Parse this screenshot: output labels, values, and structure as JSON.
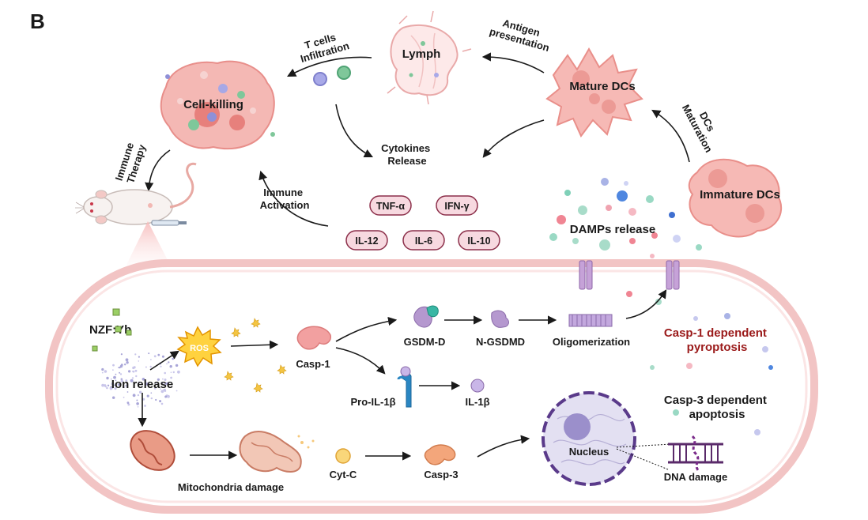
{
  "panel_label": "B",
  "cycle": {
    "cell_killing": "Cell-killing",
    "lymph": "Lymph",
    "mature_dcs": "Mature DCs",
    "immature_dcs": "Immature DCs",
    "t_cells_line1": "T cells",
    "t_cells_line2": "Infiltration",
    "antigen_line1": "Antigen",
    "antigen_line2": "presentation",
    "dcs_maturation_line1": "DCs",
    "dcs_maturation_line2": "Maturation",
    "immune_therapy_line1": "Immune",
    "immune_therapy_line2": "Therapy",
    "cytokines_line1": "Cytokines",
    "cytokines_line2": "Release",
    "immune_activation_line1": "Immune",
    "immune_activation_line2": "Activation",
    "damps": "DAMPs release"
  },
  "cytokines": [
    "TNF-α",
    "IFN-γ",
    "IL-12",
    "IL-6",
    "IL-10"
  ],
  "cell": {
    "nzf": "NZF:Yb",
    "ros": "ROS",
    "ion_release": "Ion release",
    "casp1": "Casp-1",
    "gsdmd": "GSDM-D",
    "ngsdmd": "N-GSDMD",
    "oligomerization": "Oligomerization",
    "casp1_dep_line1": "Casp-1 dependent",
    "casp1_dep_line2": "pyroptosis",
    "pro_il1b": "Pro-IL-1β",
    "il1b": "IL-1β",
    "casp3_dep_line1": "Casp-3 dependent",
    "casp3_dep_line2": "apoptosis",
    "nucleus": "Nucleus",
    "dna_damage": "DNA damage",
    "mito_damage": "Mitochondria damage",
    "cytc": "Cyt-C",
    "casp3": "Casp-3"
  },
  "colors": {
    "membrane": "#f2c4c4",
    "accent_red": "#9b1b1b",
    "cytokine_fill": "#f7d9e0",
    "cytokine_stroke": "#8c2f4a",
    "dc_pink": "#f2a6a6"
  }
}
